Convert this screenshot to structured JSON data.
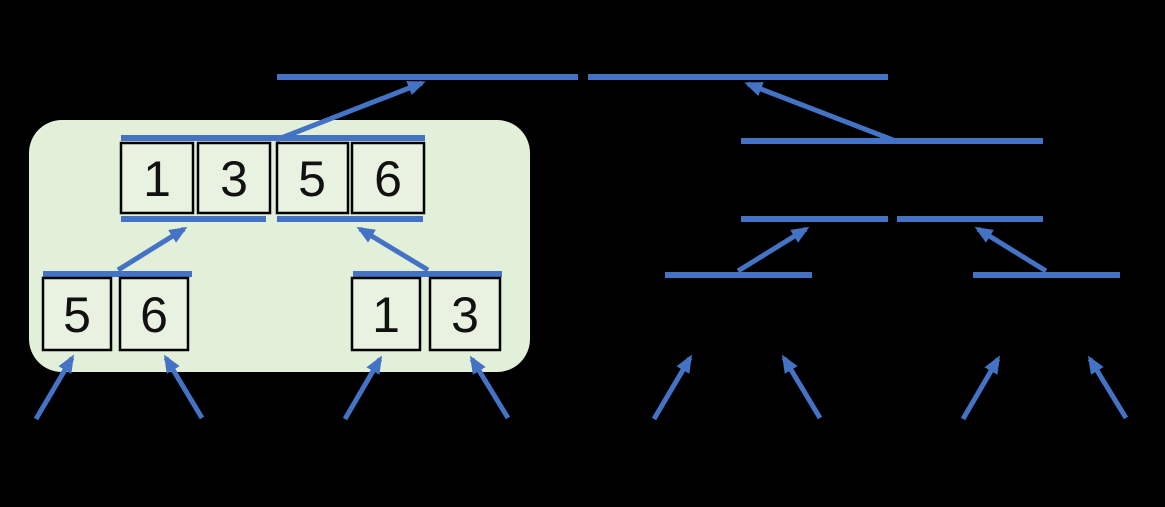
{
  "diagram": {
    "kind": "merge-sort recursion tree",
    "boxes": {
      "merged_row": [
        "1",
        "3",
        "5",
        "6"
      ],
      "left_pair": [
        "5",
        "6"
      ],
      "right_pair": [
        "1",
        "3"
      ]
    }
  },
  "colors": {
    "accent_blue": "#4472C4",
    "panel_green": "#E2EFD9",
    "box_fill": "#E9F2E1",
    "box_border": "#000000",
    "digit_color": "#111111",
    "background": "#000000"
  }
}
